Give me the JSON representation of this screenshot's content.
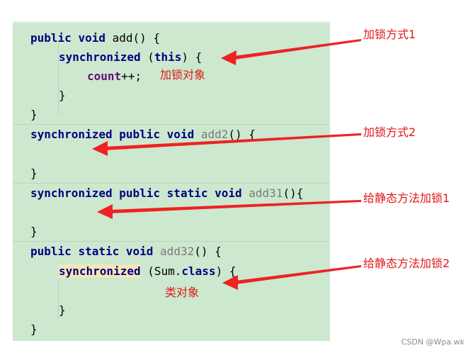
{
  "code": {
    "method1": {
      "signature_kw1": "public",
      "signature_kw2": "void",
      "name": "add",
      "tail": "() {",
      "sync_kw": "synchronized",
      "sync_args": " (this) {",
      "sync_this": "this",
      "body_var": "count",
      "body_tail": "++;",
      "close_inner": "}",
      "close_outer": "}"
    },
    "method2": {
      "kw1": "synchronized",
      "kw2": "public",
      "kw3": "void",
      "name": "add2",
      "tail": "() {",
      "close": "}"
    },
    "method3": {
      "kw1": "synchronized",
      "kw2": "public",
      "kw3": "static",
      "kw4": "void",
      "name": "add31",
      "tail": "(){",
      "close": "}"
    },
    "method4": {
      "kw1": "public",
      "kw2": "static",
      "kw3": "void",
      "name": "add32",
      "tail": "() {",
      "sync_kw": "synchronized",
      "sync_args": " (Sum.",
      "sync_class": "class",
      "sync_tail": ") {",
      "close_inner": "}",
      "close_outer": "}"
    }
  },
  "annotations": {
    "lock1": "加锁方式1",
    "lock_object": "加锁对象",
    "lock2": "加锁方式2",
    "static_lock1": "给静态方法加锁1",
    "static_lock2": "给静态方法加锁2",
    "class_object": "类对象"
  },
  "colors": {
    "code_background": "#cce8cf",
    "keyword": "#000080",
    "annotation": "#e01818",
    "arrow": "#ee2222"
  },
  "watermark": "CSDN @Wpa.wk"
}
